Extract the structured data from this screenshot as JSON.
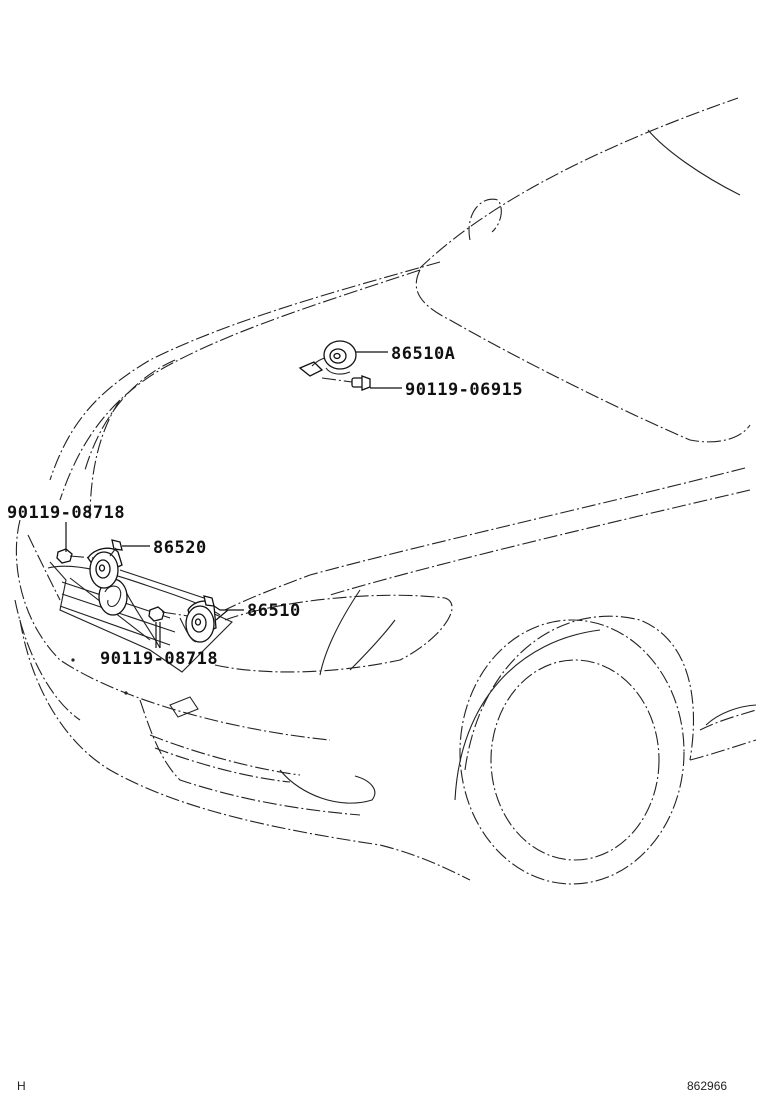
{
  "callouts": {
    "horn_high_a": "86510A",
    "bolt_high_a": "90119-06915",
    "bolt_left": "90119-08718",
    "horn_low": "86520",
    "horn_high": "86510",
    "bolt_center": "90119-08718"
  },
  "footer": {
    "left_mark": "H",
    "diagram_id": "862966"
  }
}
